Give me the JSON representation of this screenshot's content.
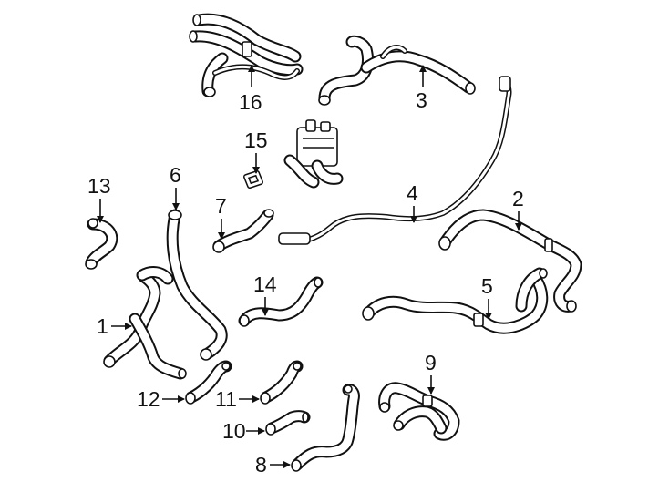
{
  "colors": {
    "line": "#111111",
    "background": "#ffffff"
  },
  "callouts": {
    "c1": "1",
    "c2": "2",
    "c3": "3",
    "c4": "4",
    "c5": "5",
    "c6": "6",
    "c7": "7",
    "c8": "8",
    "c9": "9",
    "c10": "10",
    "c11": "11",
    "c12": "12",
    "c13": "13",
    "c14": "14",
    "c15": "15",
    "c16": "16"
  }
}
